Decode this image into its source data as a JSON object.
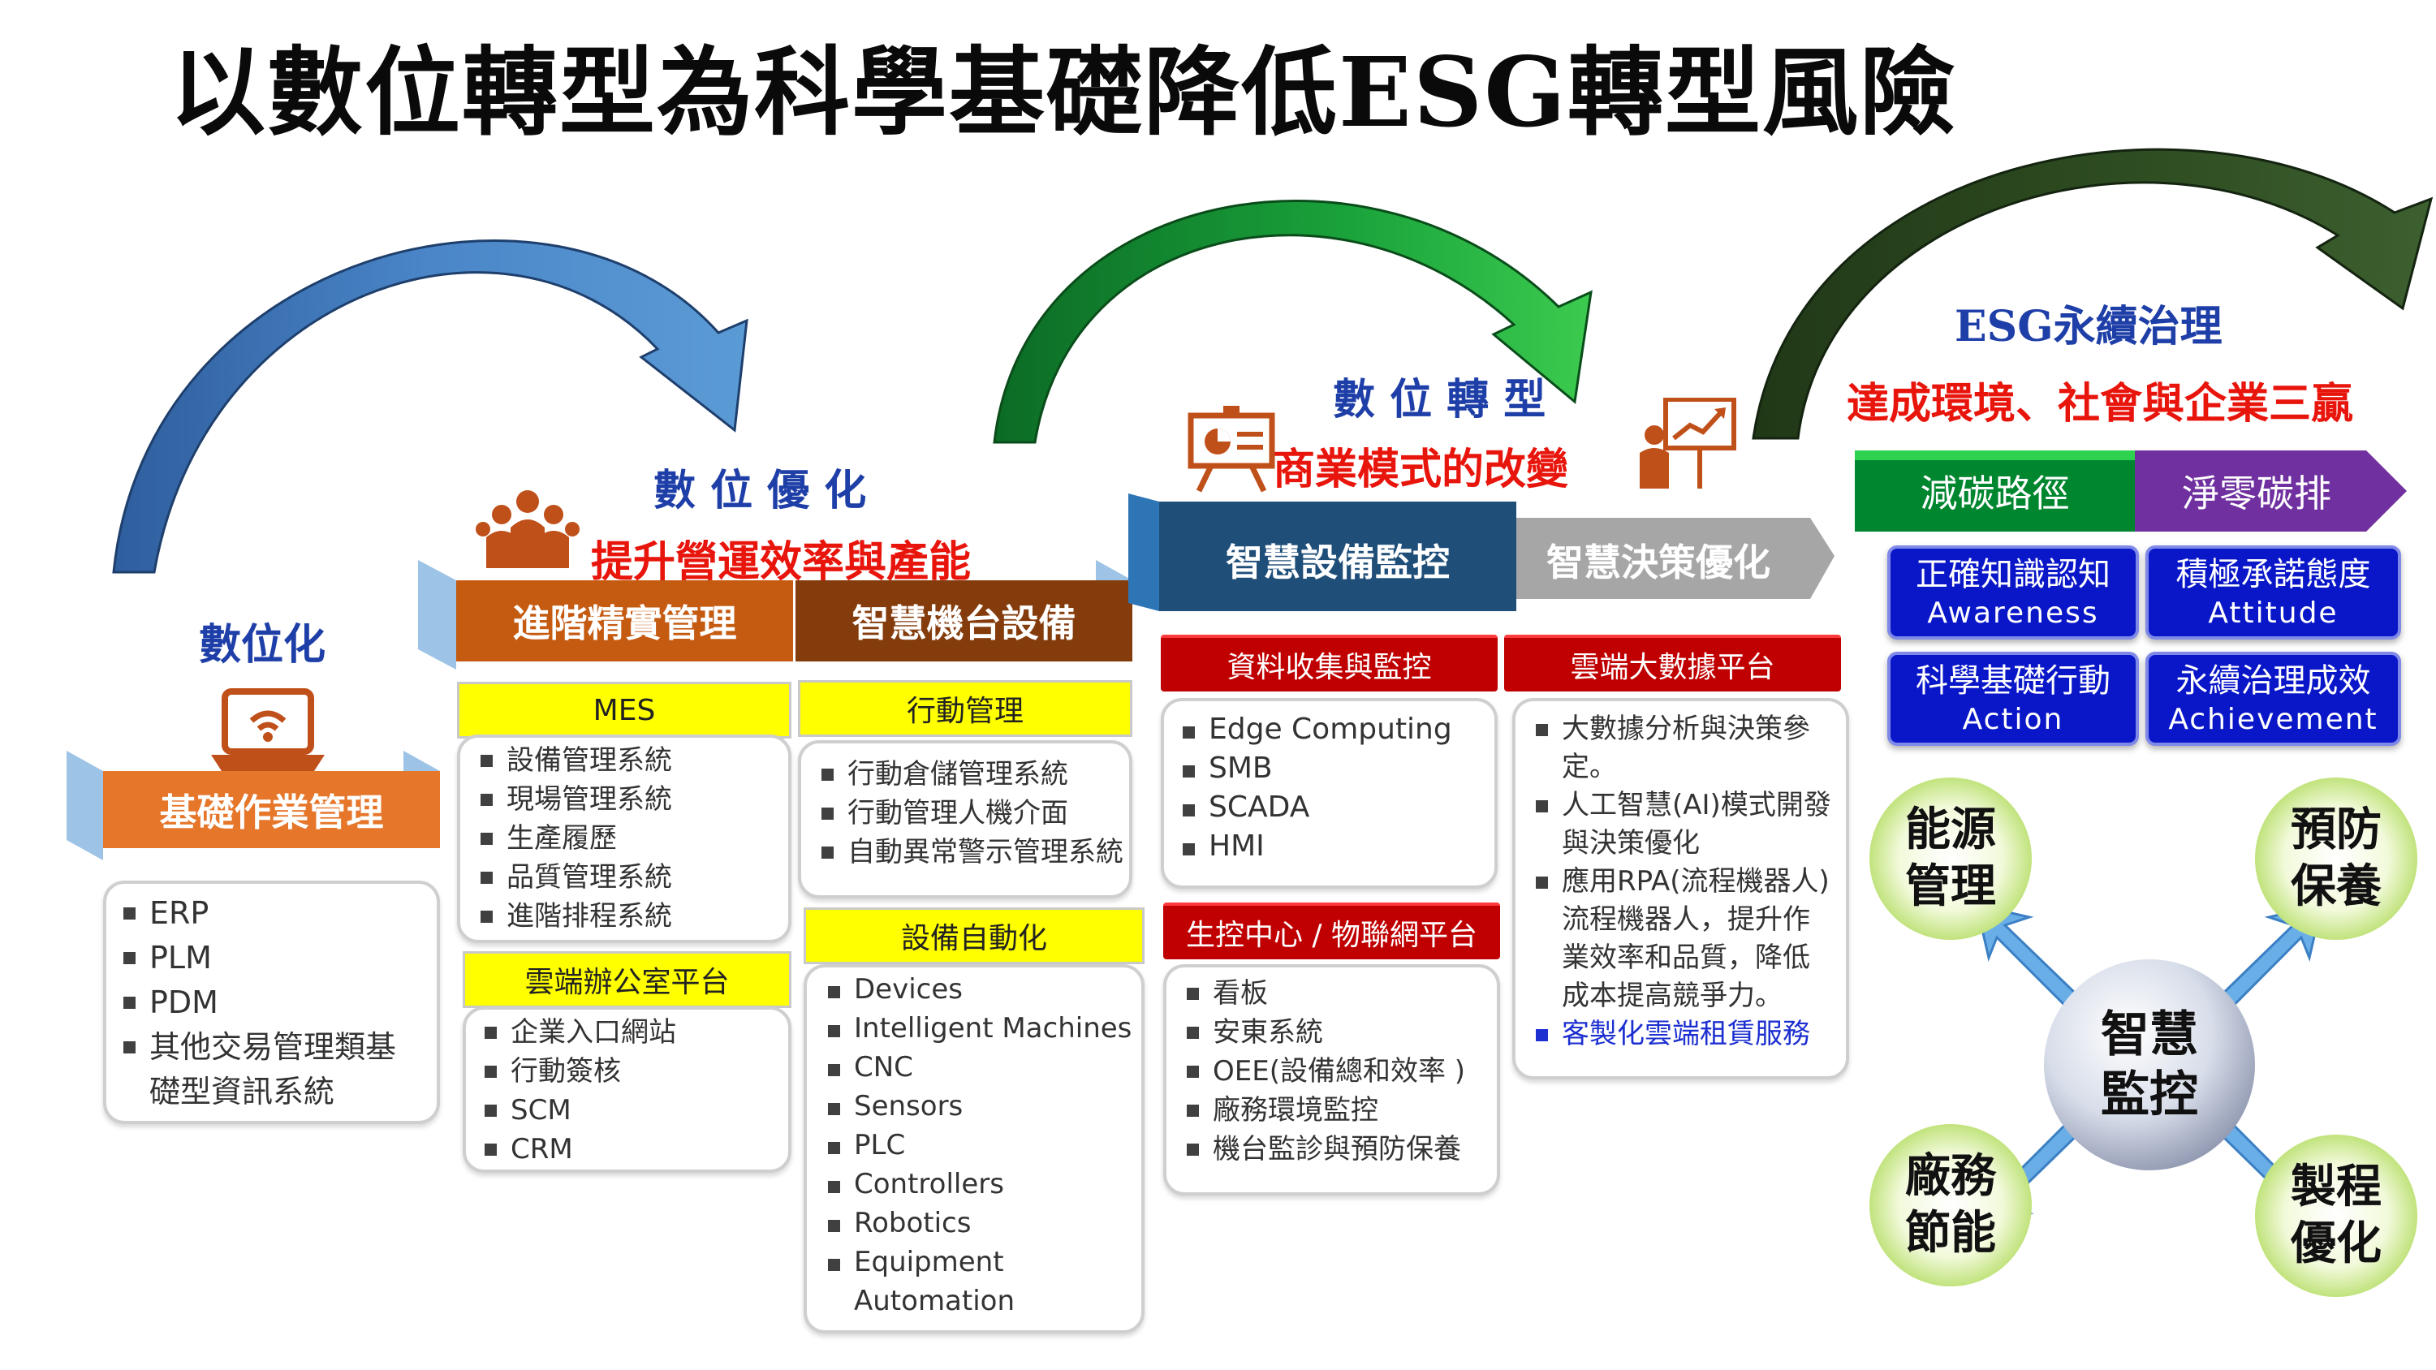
{
  "title": "以數位轉型為科學基礎降低ESG轉型風險",
  "stage1": {
    "label": "數位化",
    "header": "基礎作業管理",
    "items": [
      "ERP",
      "PLM",
      "PDM",
      "其他交易管理類基礎型資訊系統"
    ]
  },
  "stage2": {
    "label": "數 位 優 化",
    "subtitle": "提升營運效率與產能",
    "header_left": "進階精實管理",
    "header_right": "智慧機台設備",
    "mes": {
      "title": "MES",
      "items": [
        "設備管理系統",
        "現場管理系統",
        "生產履歷",
        "品質管理系統",
        "進階排程系統"
      ]
    },
    "cloud_office": {
      "title": "雲端辦公室平台",
      "items": [
        "企業入口網站",
        "行動簽核",
        "SCM",
        "CRM"
      ]
    },
    "mobile": {
      "title": "行動管理",
      "items": [
        "行動倉儲管理系統",
        "行動管理人機介面",
        "自動異常警示管理系統"
      ]
    },
    "automation": {
      "title": "設備自動化",
      "items": [
        "Devices",
        "Intelligent Machines",
        "CNC",
        "Sensors",
        "PLC",
        "Controllers",
        "Robotics",
        "Equipment Automation"
      ]
    }
  },
  "stage3": {
    "label": "數 位 轉 型",
    "subtitle": "商業模式的改變",
    "header_left": "智慧設備監控",
    "header_right": "智慧決策優化",
    "collect": {
      "title": "資料收集與監控",
      "items": [
        "Edge Computing",
        "SMB",
        "SCADA",
        "HMI"
      ]
    },
    "iot": {
      "title": "生控中心 / 物聯網平台",
      "items": [
        "看板",
        "安東系統",
        "OEE(設備總和效率 )",
        "廠務環境監控",
        "機台監診與預防保養"
      ]
    },
    "bigdata": {
      "title": "雲端大數據平台",
      "items": [
        "大數據分析與決策參定。",
        "人工智慧(AI)模式開發與決策優化",
        "應用RPA(流程機器人)流程機器人，提升作業效率和品質，降低成本提高競爭力。"
      ],
      "highlight": "客製化雲端租賃服務"
    }
  },
  "stage4": {
    "label": "ESG永續治理",
    "subtitle": "達成環境、社會與企業三贏",
    "arrow_left": "減碳路徑",
    "arrow_right": "淨零碳排",
    "boxes": [
      {
        "cn": "正確知識認知",
        "en": "Awareness"
      },
      {
        "cn": "積極承諾態度",
        "en": "Attitude"
      },
      {
        "cn": "科學基礎行動",
        "en": "Action"
      },
      {
        "cn": "永續治理成效",
        "en": "Achievement"
      }
    ],
    "center": "智慧監控",
    "circles": [
      "能源管理",
      "預防保養",
      "廠務節能",
      "製程優化"
    ]
  },
  "colors": {
    "orange": "#e5762a",
    "brown": "#8b3a12",
    "navy": "#1f4e79",
    "gray": "#a6a6a6",
    "green": "#00862f",
    "purple": "#7030a0",
    "label_blue": "#1f3fa8",
    "label_red": "#e8150c"
  },
  "icons": [
    "laptop-wifi-icon",
    "people-group-icon",
    "presentation-chart-icon",
    "presenter-growth-icon"
  ]
}
